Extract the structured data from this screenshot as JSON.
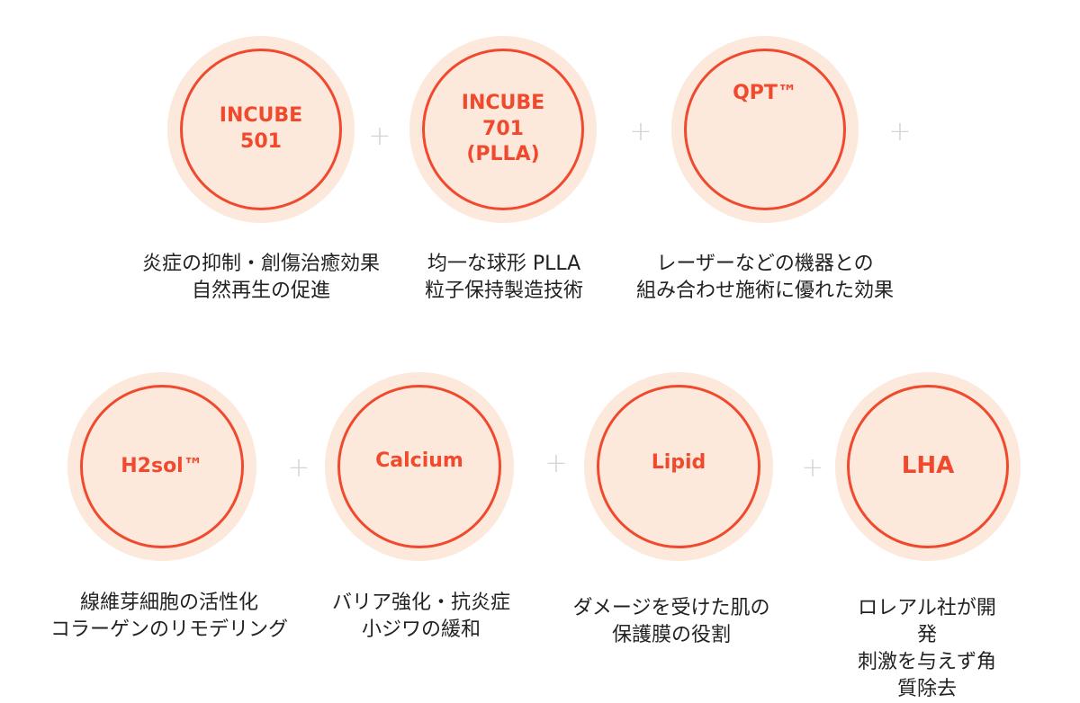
{
  "items": [
    {
      "label": "INCUBE\n501",
      "description": "炎症の抑制・創傷治癒効果\n自然再生の促進"
    },
    {
      "label": "INCUBE\n701\n(PLLA)",
      "description": "均一な球形 PLLA\n粒子保持製造技術"
    },
    {
      "label": "QPT™",
      "description": "レーザーなどの機器との\n組み合わせ施術に優れた効果"
    },
    {
      "label": "H2sol™",
      "description": "線維芽細胞の活性化\nコラーゲンのリモデリング"
    },
    {
      "label": "Calcium",
      "description": "バリア強化・抗炎症\n小ジワの緩和"
    },
    {
      "label": "Lipid",
      "description": "ダメージを受けた肌の\n保護膜の役割"
    },
    {
      "label": "LHA",
      "description": "ロレアル社が開発\n刺激を与えず角質除去"
    }
  ],
  "plus_symbol": "+",
  "colors": {
    "accent": "#f04a2e",
    "circle_fill": "#fde8dc",
    "plus": "#d4d4d4",
    "text": "#222222"
  }
}
